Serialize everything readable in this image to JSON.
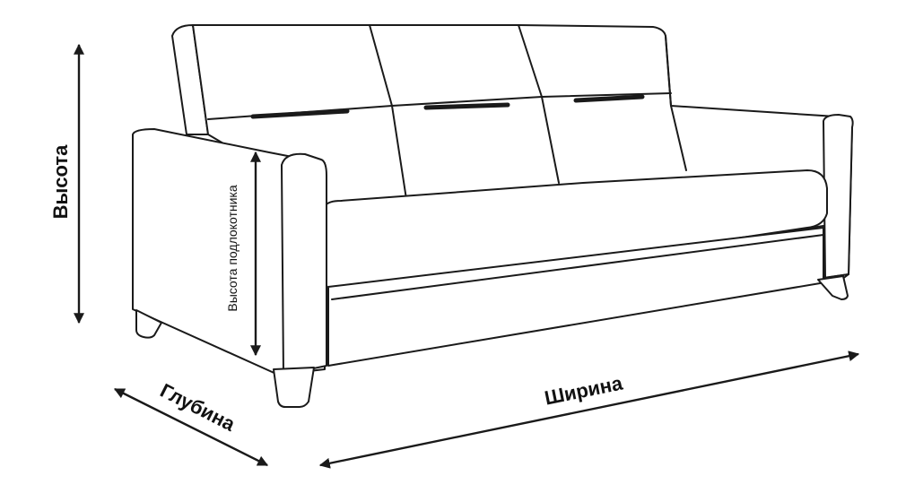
{
  "labels": {
    "height": "Высота",
    "armrest_height": "Высота подлокотника",
    "depth": "Глубина",
    "width": "Ширина"
  },
  "colors": {
    "line": "#1a1a1a",
    "background": "#ffffff",
    "text": "#111111"
  }
}
